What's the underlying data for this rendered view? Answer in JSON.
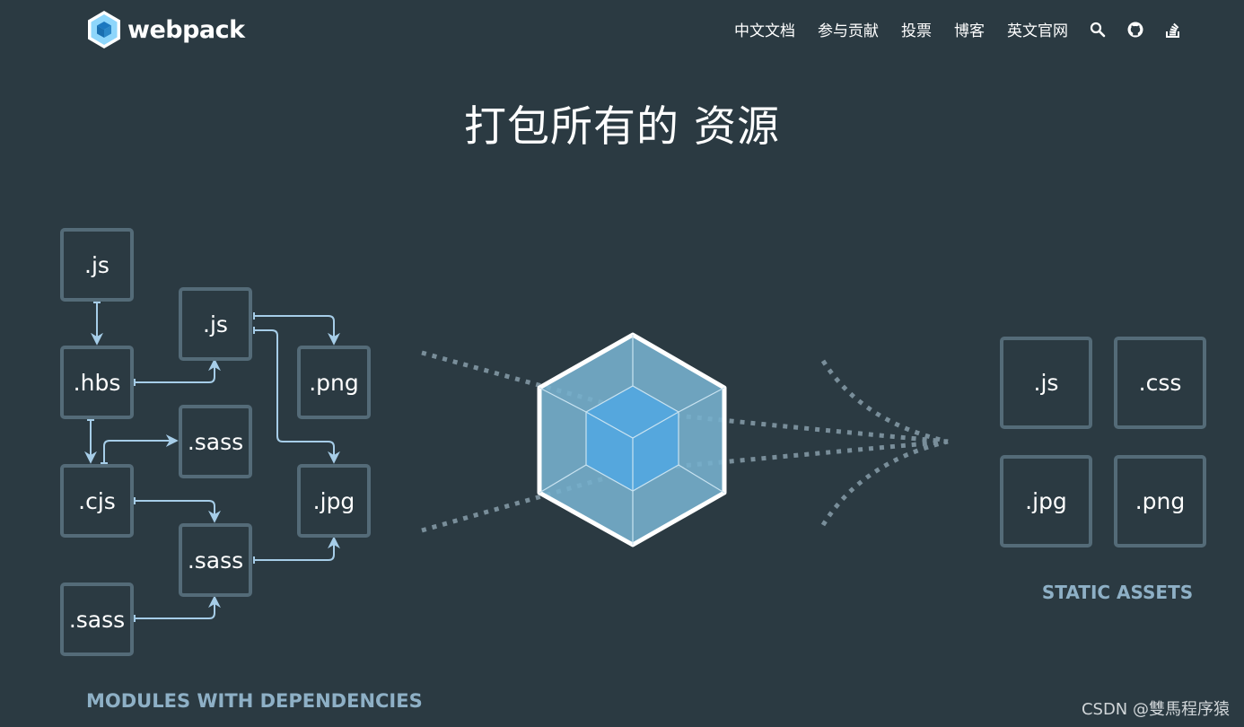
{
  "header": {
    "logo_text": "webpack",
    "nav": [
      "中文文档",
      "参与贡献",
      "投票",
      "博客",
      "英文官网"
    ],
    "icons": [
      "search-icon",
      "github-icon",
      "stackoverflow-icon"
    ]
  },
  "headline": "打包所有的 资源",
  "modules": {
    "items": [
      ".js",
      ".js",
      ".hbs",
      ".png",
      ".sass",
      ".cjs",
      ".jpg",
      ".sass",
      ".sass"
    ],
    "caption": "MODULES WITH DEPENDENCIES"
  },
  "assets": {
    "items": [
      ".js",
      ".css",
      ".jpg",
      ".png"
    ],
    "caption": "STATIC ASSETS"
  },
  "watermark": "CSDN @雙馬程序猿",
  "colors": {
    "background": "#2b3a42",
    "box_border": "#546b78",
    "arrow": "#a6cde8",
    "caption": "#8eb0c6",
    "cube_outer": "#75afcc",
    "cube_inner": "#55a7dd"
  }
}
